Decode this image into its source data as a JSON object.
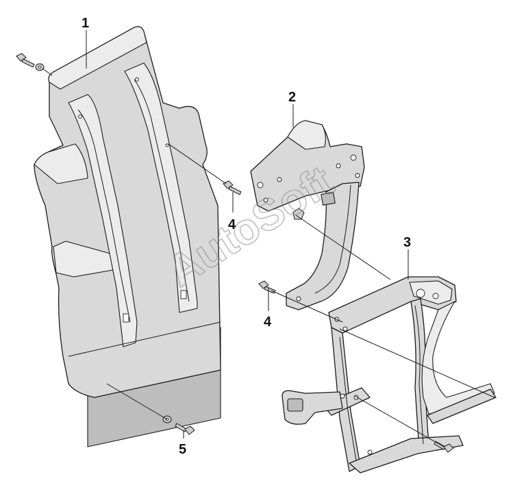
{
  "diagram": {
    "callouts": [
      {
        "id": "callout-1",
        "text": "1"
      },
      {
        "id": "callout-2",
        "text": "2"
      },
      {
        "id": "callout-3",
        "text": "3"
      },
      {
        "id": "callout-4a",
        "text": "4"
      },
      {
        "id": "callout-4b",
        "text": "4"
      },
      {
        "id": "callout-5",
        "text": "5"
      }
    ],
    "watermark": "AutoSoft"
  }
}
